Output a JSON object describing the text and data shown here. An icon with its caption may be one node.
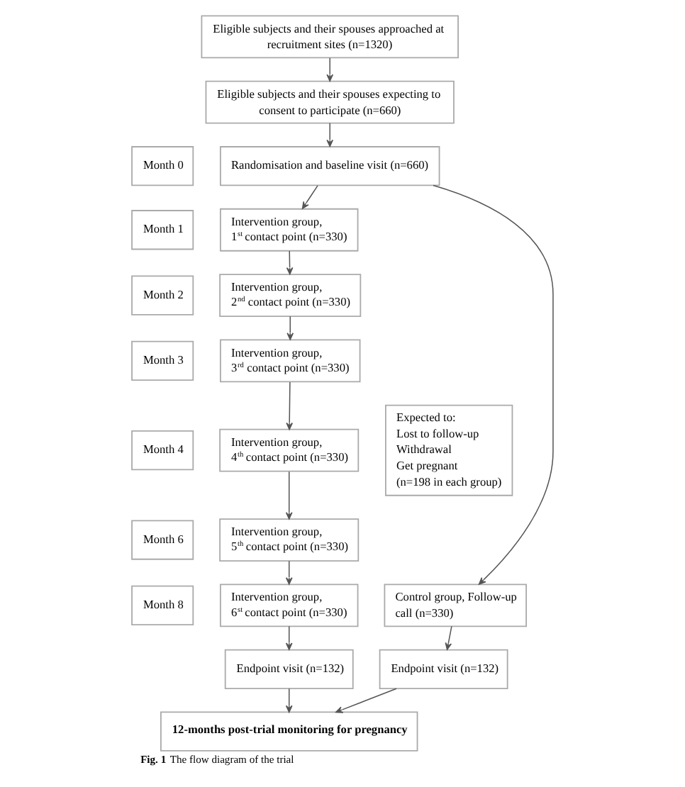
{
  "diagram": {
    "caption": "**Fig. 1** The flow diagram of the trial",
    "nodes": [
      {
        "text": [
          "Eligible subjects and their spouses approached at recruitment sites (n=1320)"
        ]
      },
      {
        "text": [
          "Eligible subjects and their spouses expecting to consent to participate (n=660)"
        ]
      },
      {
        "text": [
          "Randomisation and baseline visit (n=660)"
        ]
      },
      {
        "text": [
          "Month 0"
        ]
      },
      {
        "text": [
          "Month 1"
        ]
      },
      {
        "text": [
          "Intervention group, 1$^{st}$ contact point (n=330)"
        ]
      },
      {
        "text": [
          "Month 2"
        ]
      },
      {
        "text": [
          "Intervention group, 2$^{nd}$ contact point (n=330)"
        ]
      },
      {
        "text": [
          "Month 3"
        ]
      },
      {
        "text": [
          "Intervention group, 3$^{rd}$ contact point (n=330)"
        ]
      },
      {
        "text": [
          "Month 4"
        ]
      },
      {
        "text": [
          "Intervention group, 4$^{th}$ contact point (n=330)"
        ]
      },
      {
        "text": [
          "Month 6"
        ]
      },
      {
        "text": [
          "Intervention group, 5$^{th}$ contact point (n=330)"
        ]
      },
      {
        "text": [
          "Month 8"
        ]
      },
      {
        "text": [
          "Intervention group, 6$^{st}$ contact point (n=330)"
        ]
      },
      {
        "text": [
          "Control group, Follow-up call (n=330)"
        ]
      },
      {
        "text": [
          "Endpoint visit (n=132)"
        ]
      },
      {
        "text": [
          "Endpoint visit (n=132)"
        ]
      },
      {
        "text": [
          "12-months post-trial monitoring for pregnancy"
        ]
      },
      {
        "text": [
          "Expected to:",
          "Lost to follow-up",
          "Withdrawal",
          "Get pregnant",
          "(n=198 in each group)"
        ]
      }
    ],
    "edges": [
      {
        "from": 0,
        "to": 1,
        "arrow": "to"
      },
      {
        "from": 1,
        "to": 2,
        "arrow": "to"
      },
      {
        "from": 2,
        "to": 5,
        "arrow": "to"
      },
      {
        "from": 5,
        "to": 7,
        "arrow": "to"
      },
      {
        "from": 7,
        "to": 9,
        "arrow": "to"
      },
      {
        "from": 9,
        "to": 11,
        "arrow": "to"
      },
      {
        "from": 11,
        "to": 13,
        "arrow": "to"
      },
      {
        "from": 13,
        "to": 15,
        "arrow": "to"
      },
      {
        "from": 2,
        "to": 16,
        "arrow": "to"
      },
      {
        "from": 15,
        "to": 17,
        "arrow": "to"
      },
      {
        "from": 16,
        "to": 18,
        "arrow": "to"
      },
      {
        "from": 17,
        "to": 19,
        "arrow": "to"
      },
      {
        "from": 18,
        "to": 19,
        "arrow": "to"
      }
    ]
  }
}
